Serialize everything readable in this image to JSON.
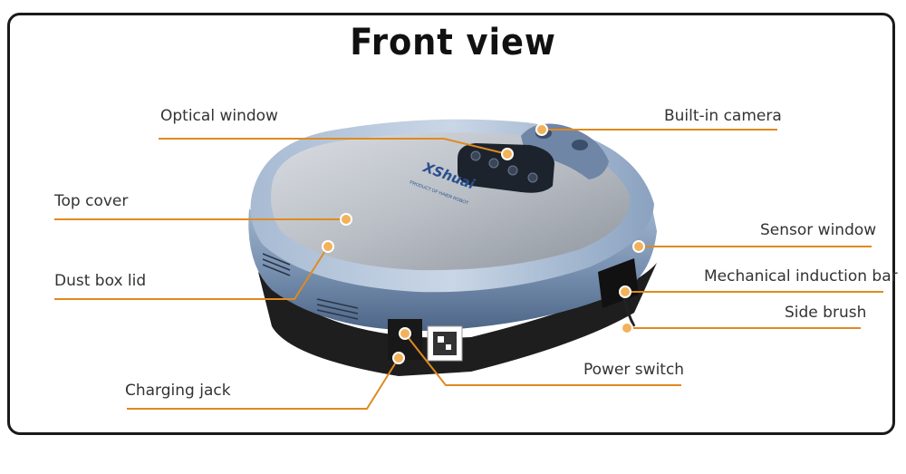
{
  "title": "Front view",
  "accent_color": "#e08a1e",
  "labels": {
    "optical_window": "Optical window",
    "top_cover": "Top cover",
    "dust_box_lid": "Dust box lid",
    "charging_jack": "Charging jack",
    "built_in_camera": "Built-in camera",
    "sensor_window": "Sensor window",
    "mechanical_induction_bar": "Mechanical induction bar",
    "side_brush": "Side brush",
    "power_switch": "Power switch"
  },
  "product": {
    "brand_logo": "XShuai",
    "tagline": "PRODUCT OF HAIER ROBOT"
  }
}
